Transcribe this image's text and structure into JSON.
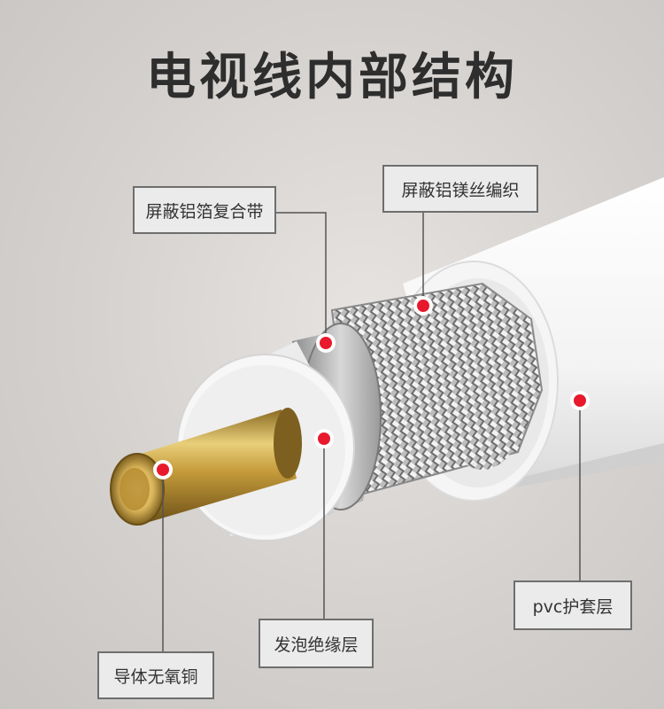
{
  "title": "电视线内部结构",
  "labels": {
    "foil": "屏蔽铝箔复合带",
    "braid": "屏蔽铝镁丝编织",
    "jacket": "pvc护套层",
    "foam": "发泡绝缘层",
    "conductor": "导体无氧铜"
  },
  "colors": {
    "marker": "#e8192c",
    "copper": "#c49a3a",
    "jacket": "#f2f2f2",
    "box_border": "#6e6e6e"
  }
}
